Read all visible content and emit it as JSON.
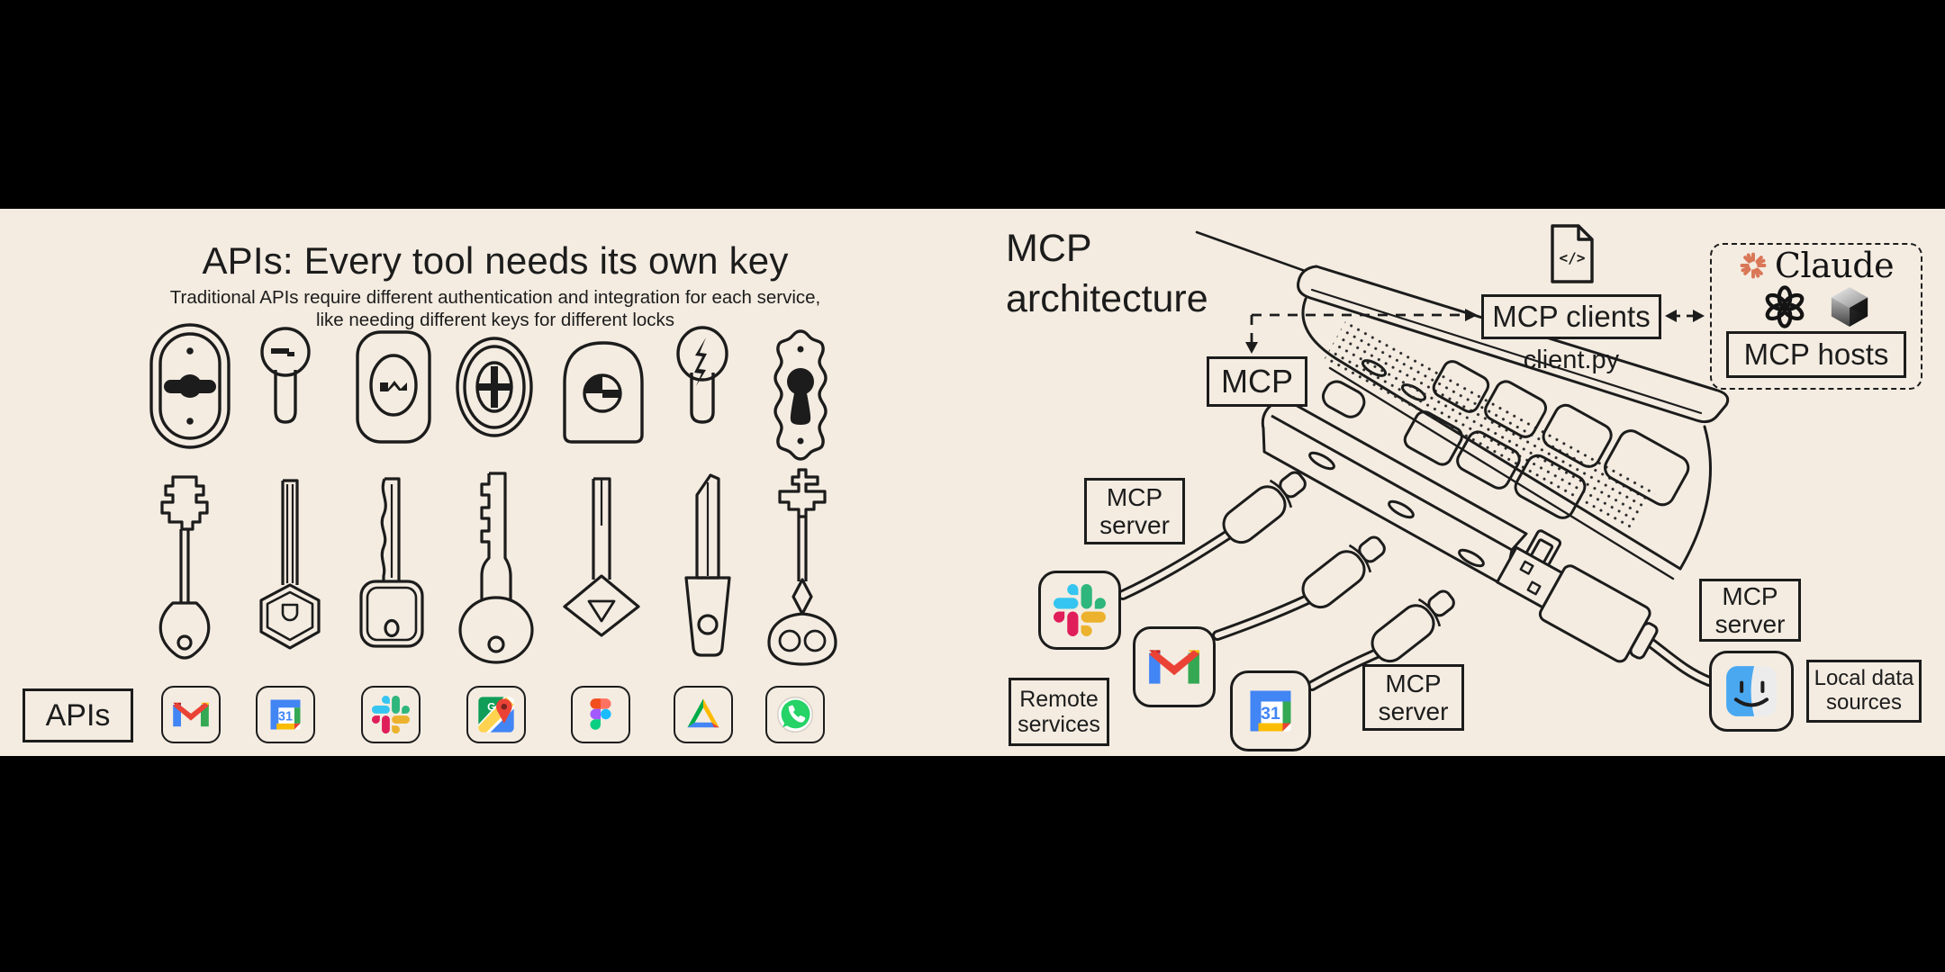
{
  "canvas": {
    "letterbox_color": "#000000",
    "panel_bg": "#f4ece1",
    "ink": "#1c1c1c"
  },
  "left_panel": {
    "title": "APIs: Every tool needs its own key",
    "subtitle_line1": "Traditional APIs require different authentication and integration for each service,",
    "subtitle_line2": "like needing different keys for different locks",
    "apis_label": "APIs",
    "lock_icons": [
      "oval-escutcheon-lock",
      "cylinder-slot-lock",
      "rounded-card-squiggle-lock",
      "concentric-cross-lock",
      "arch-pie-lock",
      "zigzag-cylinder-lock",
      "ornate-keyhole-lock"
    ],
    "key_icons": [
      "castle-bit-skeleton-key",
      "hexagon-bow-key",
      "yale-key",
      "oval-bow-notched-key",
      "diamond-bow-key",
      "trapezoid-bow-key",
      "antique-double-loop-key"
    ],
    "service_icons": [
      "gmail",
      "google-calendar",
      "slack",
      "google-maps",
      "figma",
      "google-drive",
      "whatsapp"
    ],
    "maps_g": "G",
    "calendar_day": "31"
  },
  "right_panel": {
    "title_line1": "MCP",
    "title_line2": "architecture",
    "mcp_label": "MCP",
    "mcp_clients_label": "MCP clients",
    "client_file": "client.py",
    "code_glyph": "</>",
    "mcp_hosts_label": "MCP hosts",
    "claude_wordmark": "Claude",
    "host_logo_icons": [
      "claude-starburst",
      "openai-logo",
      "cursor-logo"
    ],
    "servers": [
      "MCP server",
      "MCP server",
      "MCP server"
    ],
    "remote_services_label": "Remote services",
    "local_data_label": "Local data sources",
    "service_icons": [
      "slack",
      "gmail",
      "google-calendar",
      "finder"
    ],
    "calendar_day": "31"
  },
  "colors": {
    "claude_orange": "#D97757",
    "slack": [
      "#36C5F0",
      "#2EB67D",
      "#ECB22E",
      "#E01E5A"
    ],
    "google": [
      "#4285F4",
      "#EA4335",
      "#FBBC04",
      "#34A853"
    ],
    "whatsapp_green": "#25D366",
    "figma": [
      "#F24E1E",
      "#FF7262",
      "#A259FF",
      "#1ABCFE",
      "#0ACF83"
    ],
    "finder_blue": "#4AA8F0"
  }
}
